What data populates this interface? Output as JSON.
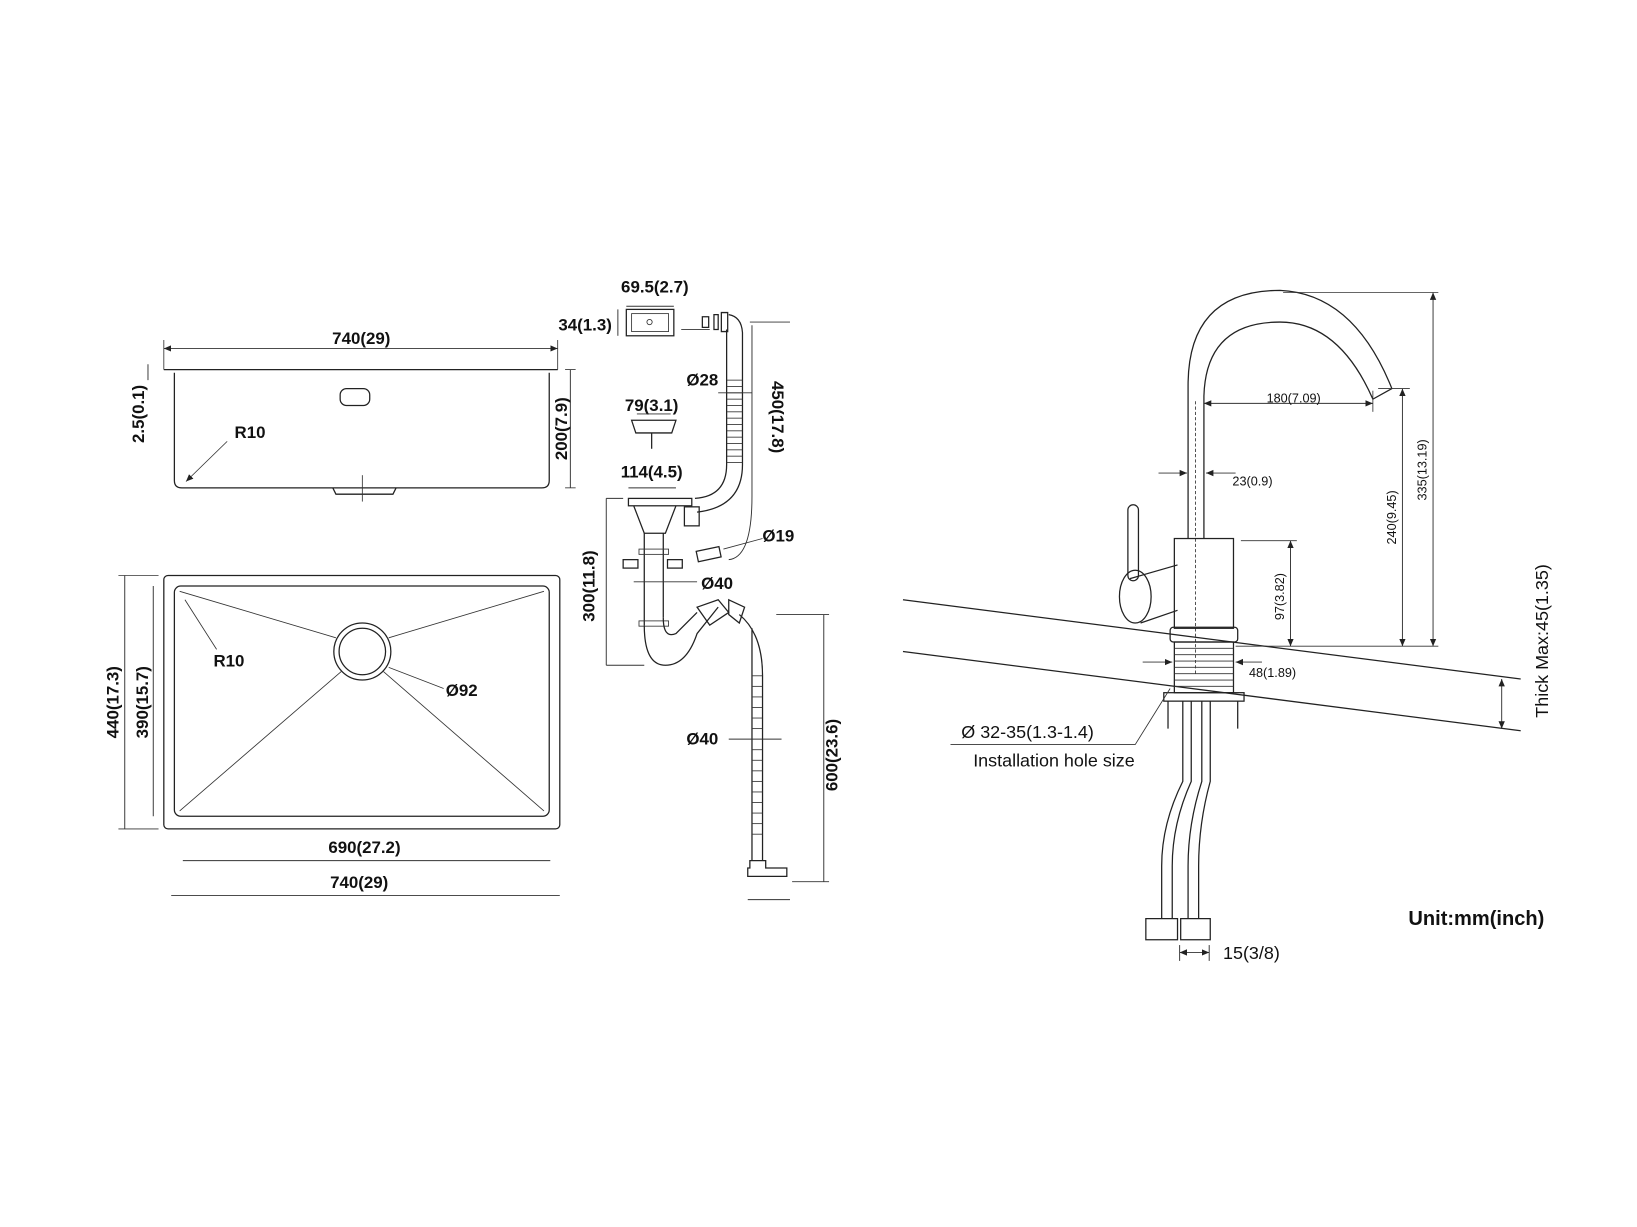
{
  "sink_side": {
    "width": "740(29)",
    "lip": "2.5(0.1)",
    "radius": "R10",
    "depth": "200(7.9)"
  },
  "sink_plan": {
    "outer_height": "440(17.3)",
    "inner_height": "390(15.7)",
    "radius": "R10",
    "drain_diameter": "Ø92",
    "inner_width": "690(27.2)",
    "outer_width": "740(29)"
  },
  "drain": {
    "overflow_width": "69.5(2.7)",
    "overflow_height": "34(1.3)",
    "hose_diameter": "Ø28",
    "hose_length": "450(17.8)",
    "basket": "79(3.1)",
    "flange": "114(4.5)",
    "side_inlet": "Ø19",
    "trap_height": "300(11.8)",
    "pipe_diameter": "Ø40",
    "outlet_diameter": "Ø40",
    "outlet_length": "600(23.6)"
  },
  "faucet": {
    "reach": "180(7.09)",
    "spout_diameter": "23(0.9)",
    "body_height": "97(3.82)",
    "spout_height": "240(9.45)",
    "total_height": "335(13.19)",
    "base_diameter": "48(1.89)",
    "thickness": "Thick Max:45(1.35)",
    "hole_size": "Ø 32-35(1.3-1.4)",
    "hole_label": "Installation hole size",
    "connector": "15(3/8)"
  },
  "unit": "Unit:mm(inch)"
}
